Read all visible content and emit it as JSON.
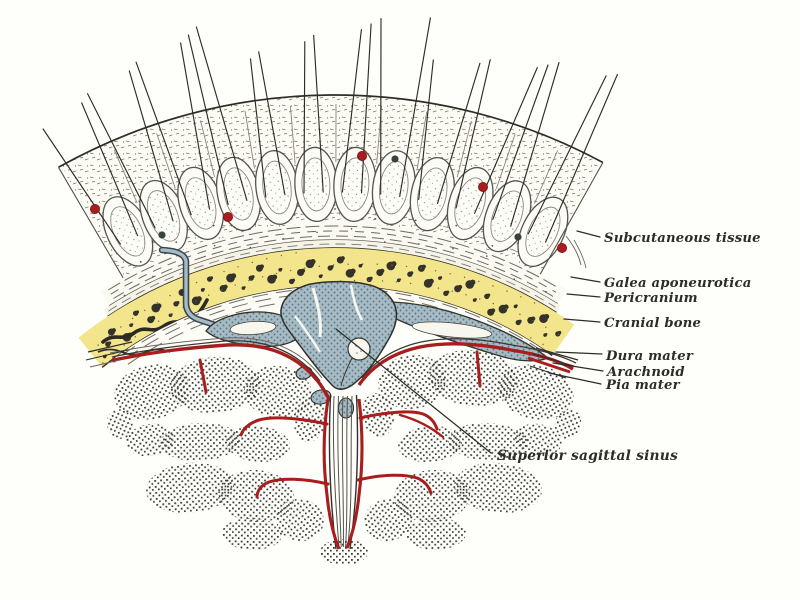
{
  "figure": {
    "labels": {
      "subcutaneous_tissue": "Subcutaneous tissue",
      "galea_aponeurotica": "Galea aponeurotica",
      "pericranium": "Pericranium",
      "cranial_bone": "Cranial bone",
      "dura_mater": "Dura mater",
      "arachnoid": "Arachnoid",
      "pia_mater": "Pia mater",
      "superior_sagittal_sinus": "Superior sagittal sinus"
    },
    "colors": {
      "background": "#fefefb",
      "ink": "#2e2c27",
      "line_soft": "#8a8578",
      "scalp_fiber": "#75705f",
      "band_white": "#fcfbf4",
      "bone_yellow": "#f2e58c",
      "bone_speck": "#34322a",
      "sinus_blue": "#a7bbc5",
      "sinus_blue_dark": "#5a7886",
      "vessel_red": "#a81d1d",
      "vessel_red_dark": "#7d1414",
      "vein_dark": "#37433f",
      "stipple_brain": "#3a3a36",
      "white": "#f7f6ef"
    }
  }
}
